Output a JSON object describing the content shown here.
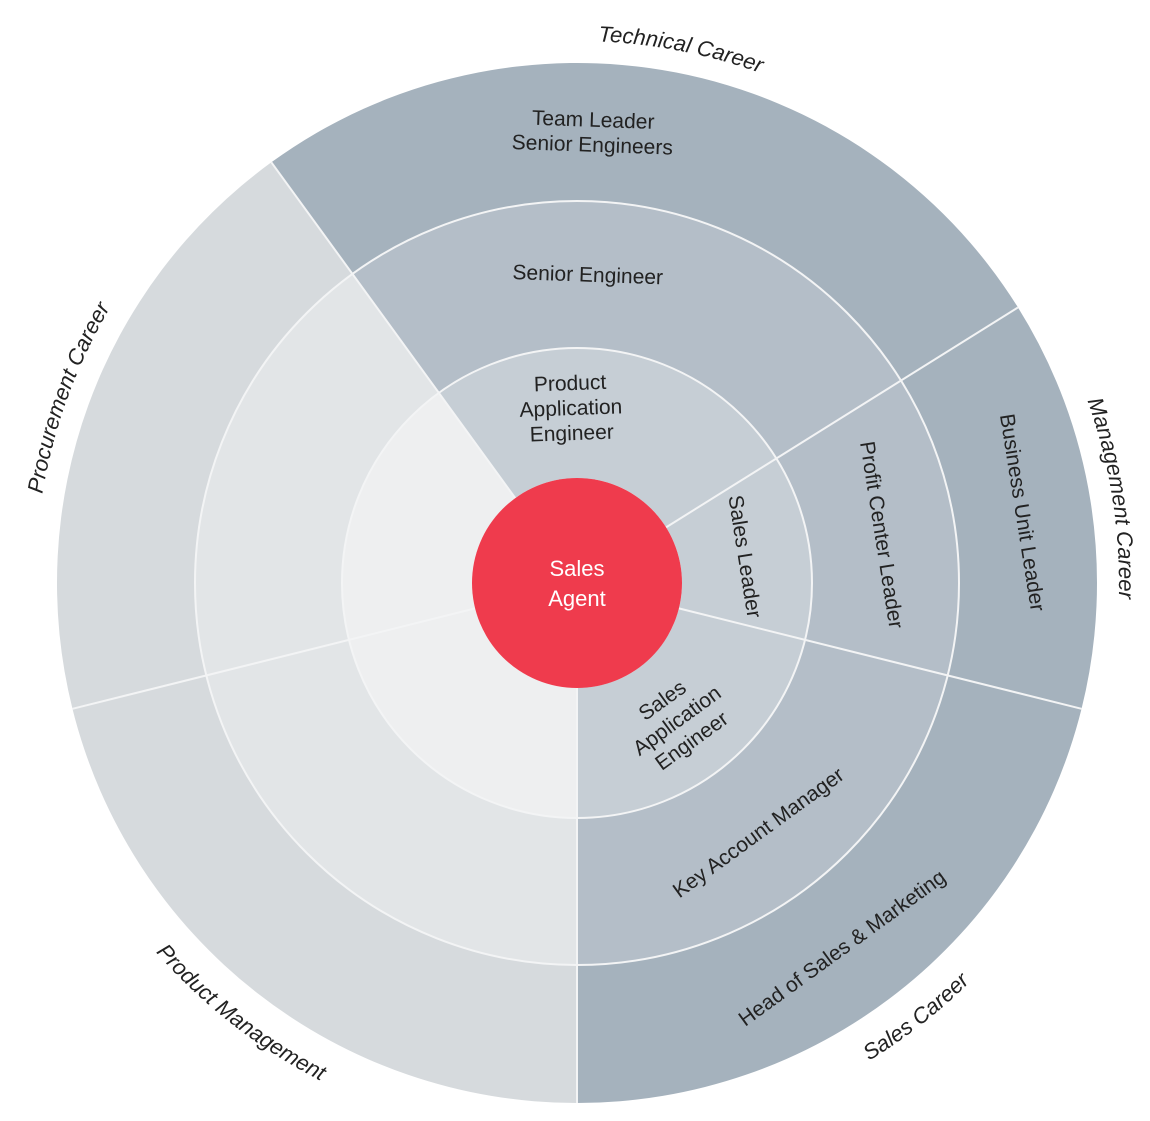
{
  "colors": {
    "background": "#ffffff",
    "separator": "#f3f4f5",
    "center": "#ef3b4d",
    "center_text": "#ffffff",
    "text": "#222222"
  },
  "center": {
    "lines": [
      "Sales",
      "Agent"
    ]
  },
  "sectors": [
    {
      "id": "technical",
      "career": "Technical Career",
      "from": -36,
      "to": 58,
      "colors": [
        "#c6ced5",
        "#b4bec8",
        "#a5b2bd"
      ],
      "rings": [
        {
          "lines": [
            "Product",
            "Application",
            "Engineer"
          ],
          "orient": "h",
          "angle": -2
        },
        {
          "lines": [
            "Senior Engineer"
          ],
          "orient": "h",
          "angle": 2
        },
        {
          "lines": [
            "Team Leader",
            "Senior Engineers"
          ],
          "orient": "h",
          "angle": 2
        }
      ]
    },
    {
      "id": "management",
      "career": "Management Career",
      "from": 58,
      "to": 104,
      "colors": [
        "#c6ced5",
        "#b4bec8",
        "#a5b2bd"
      ],
      "rings": [
        {
          "lines": [
            "Sales Leader"
          ],
          "orient": "down"
        },
        {
          "lines": [
            "Profit Center Leader"
          ],
          "orient": "down"
        },
        {
          "lines": [
            "Business Unit Leader"
          ],
          "orient": "down"
        }
      ]
    },
    {
      "id": "sales",
      "career": "Sales Career",
      "from": 104,
      "to": 180,
      "colors": [
        "#c6ced5",
        "#b4bec8",
        "#a5b2bd"
      ],
      "rings": [
        {
          "lines": [
            "Sales",
            "Application",
            "Engineer"
          ],
          "orient": "up",
          "angle": 144
        },
        {
          "lines": [
            "Key Account Manager"
          ],
          "orient": "up",
          "angle": 144
        },
        {
          "lines": [
            "Head of Sales & Marketing"
          ],
          "orient": "up",
          "angle": 144
        }
      ]
    },
    {
      "id": "product",
      "career": "Product Management",
      "from": 180,
      "to": 256,
      "colors": [
        "#eeeff0",
        "#e2e5e7",
        "#d6dadd"
      ],
      "rings": []
    },
    {
      "id": "procurement",
      "career": "Procurement Career",
      "from": 256,
      "to": 324,
      "colors": [
        "#eeeff0",
        "#e2e5e7",
        "#d6dadd"
      ],
      "rings": []
    }
  ]
}
